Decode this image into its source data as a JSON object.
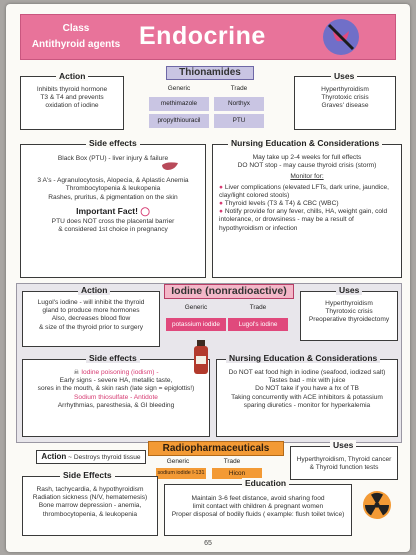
{
  "colors": {
    "accent": "#e0497c",
    "lavender": "#c9c5e3",
    "pink_banner": "#e8739a",
    "orange": "#f39a35"
  },
  "banner": {
    "class_label": "Class",
    "class_value": "Antithyroid agents",
    "title": "Endocrine",
    "icon": "thyroid-gland-crossed-icon"
  },
  "thionamides": {
    "title": "Thionamides",
    "action": {
      "header": "Action",
      "lines": [
        "Inhibits thyroid hormone",
        "T3 & T4 and prevents",
        "oxidation of iodine"
      ]
    },
    "table": {
      "generic_header": "Generic",
      "trade_header": "Trade",
      "rows": [
        [
          "methimazole",
          "Northyx"
        ],
        [
          "propylthiouracil",
          "PTU"
        ]
      ]
    },
    "uses": {
      "header": "Uses",
      "lines": [
        "Hyperthyroidism",
        "Thyrotoxic crisis",
        "Graves' disease"
      ]
    },
    "side_effects": {
      "header": "Side effects",
      "lines": [
        "Black Box (PTU) - liver injury & failure",
        "3 A's - Agranulocytosis, Alopecia, & Aplastic Anemia",
        "Thrombocytopenia & leukopenia",
        "Rashes, pruritus, & pigmentation on the skin"
      ],
      "fact_title": "Important Fact!",
      "fact_lines": [
        "PTU does NOT cross the placental barrier",
        "& considered 1st choice in pregnancy"
      ]
    },
    "nursing": {
      "header": "Nursing Education & Considerations",
      "lines": [
        "May take up 2-4 weeks for full effects",
        "DO NOT stop - may cause thyroid crisis (storm)"
      ],
      "monitor": "Monitor for:",
      "bullets": [
        "Liver complications (elevated LFTs, dark urine, jaundice, clay/light colored stools)",
        "Thyroid levels (T3 & T4) & CBC (WBC)",
        "Notify provide for any fever, chills, HA, weight gain, cold intolerance, or drowsiness - may be a result of hypothyroidism or infection"
      ]
    }
  },
  "iodine": {
    "title": "Iodine (nonradioactive)",
    "action": {
      "header": "Action",
      "lines": [
        "Lugol's iodine - will inhibit the thyroid",
        "gland to produce more hormones",
        "Also, decreases blood flow",
        "& size of the thyroid prior to surgery"
      ]
    },
    "table": {
      "generic_header": "Generic",
      "trade_header": "Trade",
      "rows": [
        [
          "potassium iodide",
          "Lugol's iodine"
        ]
      ]
    },
    "uses": {
      "header": "Uses",
      "lines": [
        "Hyperthyroidism",
        "Thyrotoxic crisis",
        "Preoperative thyroidectomy"
      ]
    },
    "side_effects": {
      "header": "Side effects",
      "lines": [
        "Iodine poisoning (iodism) -",
        "Early signs - severe HA, metallic taste,",
        "sores in the mouth, & skin rash (late sign = epiglottis!)",
        "Sodium thiosulfate - Antidote",
        "Arrhythmias, paresthesia, & GI bleeding"
      ]
    },
    "nursing": {
      "header": "Nursing Education & Considerations",
      "lines": [
        "Do NOT eat food high in iodine (seafood, iodized salt)",
        "Tastes bad - mix with juice",
        "Do NOT take if you have a hx of TB",
        "Taking concurrently with ACE inhibitors & potassium",
        "sparing diuretics - monitor for hyperkalemia"
      ]
    }
  },
  "radio": {
    "action": {
      "header": "Action",
      "text": "Destroys thyroid tissue"
    },
    "title": "Radiopharmaceuticals",
    "table": {
      "generic_header": "Generic",
      "trade_header": "Trade",
      "rows": [
        [
          "sodium iodide I-131",
          "Hicon"
        ]
      ]
    },
    "uses": {
      "header": "Uses",
      "lines": [
        "Hyperthyroidism, Thyroid cancer",
        "& Thyroid function tests"
      ]
    },
    "side_effects": {
      "header": "Side Effects",
      "lines": [
        "Rash, tachycardia, & hypothyroidism",
        "Radiation sickness (N/V, hematemesis)",
        "Bone marrow depression - anemia,",
        "thrombocytopenia, & leukopenia"
      ]
    },
    "education": {
      "header": "Education",
      "lines": [
        "Maintain 3-6 feet distance, avoid sharing food",
        "limit contact with children & pregnant women",
        "Proper disposal of bodily fluids ( example: flush toilet twice)"
      ]
    }
  },
  "page_number": "65"
}
